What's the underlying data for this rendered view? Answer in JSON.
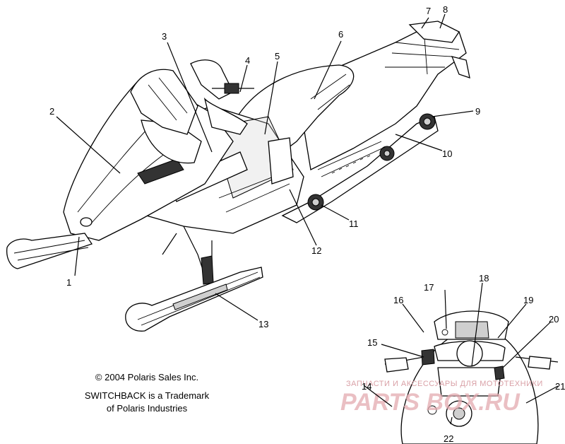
{
  "copyright": {
    "line1": "© 2004 Polaris Sales Inc.",
    "line2": "SWITCHBACK is a Trademark",
    "line3": "of Polaris Industries"
  },
  "watermark": {
    "tagline": "ЗАПЧАСТИ И АКСЕССУАРЫ ДЛЯ МОТОТЕХНИКИ",
    "logo": "PARTS BOX.RU"
  },
  "callouts": {
    "c1": "1",
    "c2": "2",
    "c3": "3",
    "c4": "4",
    "c5": "5",
    "c6": "6",
    "c7": "7",
    "c8": "8",
    "c9": "9",
    "c10": "10",
    "c11": "11",
    "c12": "12",
    "c13": "13",
    "c14": "14",
    "c15": "15",
    "c16": "16",
    "c17": "17",
    "c18": "18",
    "c19": "19",
    "c20": "20",
    "c21": "21",
    "c22": "22"
  },
  "colors": {
    "ink": "#000000",
    "watermark": "#e4aab0"
  }
}
